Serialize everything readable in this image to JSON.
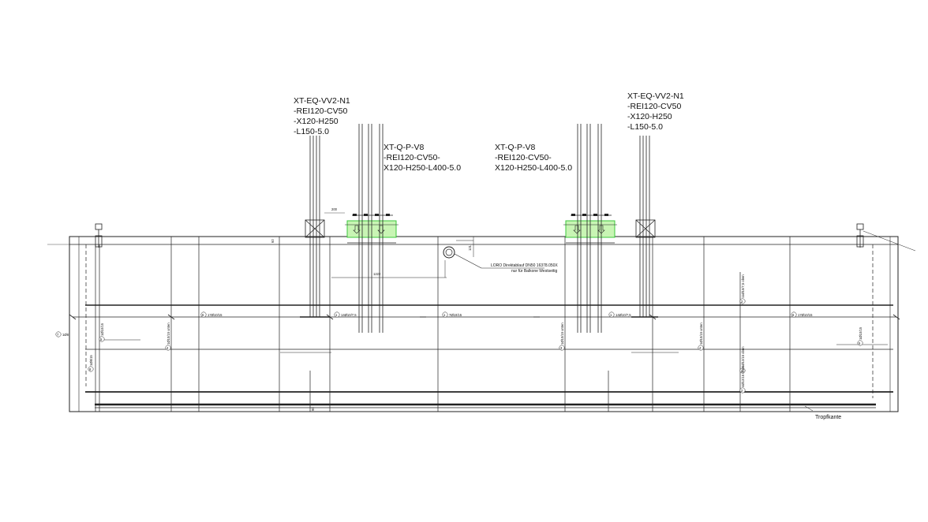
{
  "colors": {
    "line": "#222222",
    "bracket_fill": "#c8f5b4",
    "bracket_stroke": "#3cc83c"
  },
  "labels": {
    "eq_left": [
      "XT-EQ-VV2-N1",
      "-REI120-CV50",
      "-X120-H250",
      "-L150-5.0"
    ],
    "eq_right": [
      "XT-EQ-VV2-N1",
      "-REI120-CV50",
      "-X120-H250",
      "-L150-5.0"
    ],
    "qp_left": [
      "XT-Q-P-V8",
      "-REI120-CV50-",
      "X120-H250-L400-5.0"
    ],
    "qp_right": [
      "XT-Q-P-V8",
      "-REI120-CV50-",
      "X120-H250-L400-5.0"
    ],
    "drain_note": [
      "LORO Direktablauf DN50 16378.050X",
      "nur für Balkone Westseitig"
    ],
    "tropfkante": "Tropfkante"
  },
  "dimensions": {
    "d200": "200",
    "d60": "60",
    "d1222": "1222",
    "d121": "121",
    "d90": "90"
  },
  "rebar_labels": {
    "r6_left": "6",
    "r6_left_text": "17Ø10/15",
    "r1_left": "1",
    "r1_left_text": "14Ø10/7,5",
    "r1_mid": "1",
    "r1_mid_text": "7Ø10/15",
    "r1_right": "1",
    "r1_right_text": "14Ø10/7,5",
    "r6_right": "6",
    "r6_right_text": "17Ø10/15",
    "r7": "7",
    "r7_text": "1Ø8",
    "v5_left": "5",
    "v5_left_text": "1Ø10/15",
    "v8_left": "8",
    "v8_left_text": "1Ø8/15",
    "v4_left": "4",
    "v4_left_text": "1Ø10/15 unten",
    "v3_mid": "3",
    "v3_mid_text": "1Ø10/15 unten",
    "v4_right": "4",
    "v4_right_text": "1Ø10/15 unten",
    "v2_top": "2",
    "v2_top_text": "11Ø10/7,5 oben",
    "v2_mid": "2",
    "v2_mid_text": "4Ø12/15 oben",
    "v2_bot": "2",
    "v2_bot_text": "4Ø12/15 oben",
    "v5_right": "5",
    "v5_right_text": "1Ø10/15"
  }
}
